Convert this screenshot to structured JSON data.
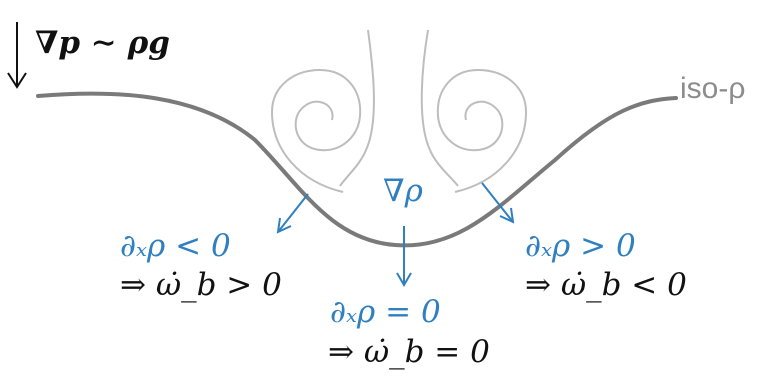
{
  "gravity_relation": "∇p ∼ ρg",
  "iso_label": "iso-ρ",
  "density_gradient_label": "∇ρ",
  "left_condition": "∂ₓρ < 0",
  "left_result": "⇒ ω̇_b > 0",
  "center_condition": "∂ₓρ = 0",
  "center_result": "⇒ ω̇_b = 0",
  "right_condition": "∂ₓρ > 0",
  "right_result": "⇒ ω̇_b < 0",
  "colors": {
    "gradient_blue": "#2f7fc1",
    "isoline_grey": "#7a7a7a",
    "vortex_grey": "#bdbdbd",
    "text_black": "#111111"
  }
}
